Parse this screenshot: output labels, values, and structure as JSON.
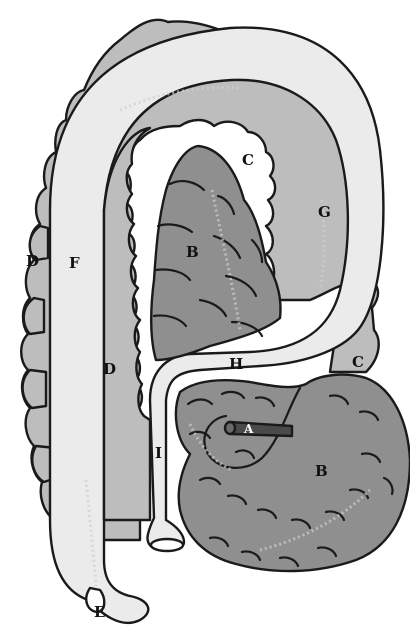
{
  "labels": {
    "A": "A",
    "B_upper": "B",
    "B_lower": "B",
    "C_upper": "C",
    "C_right": "C",
    "D_left": "D",
    "D_inner": "D",
    "E": "E",
    "F": "F",
    "G": "G",
    "H": "H",
    "I": "I"
  },
  "colors": {
    "gland": "#bdbdbd",
    "tube": "#ebebeb",
    "muscle": "#8f8f8f",
    "outline": "#1a1a1a"
  }
}
